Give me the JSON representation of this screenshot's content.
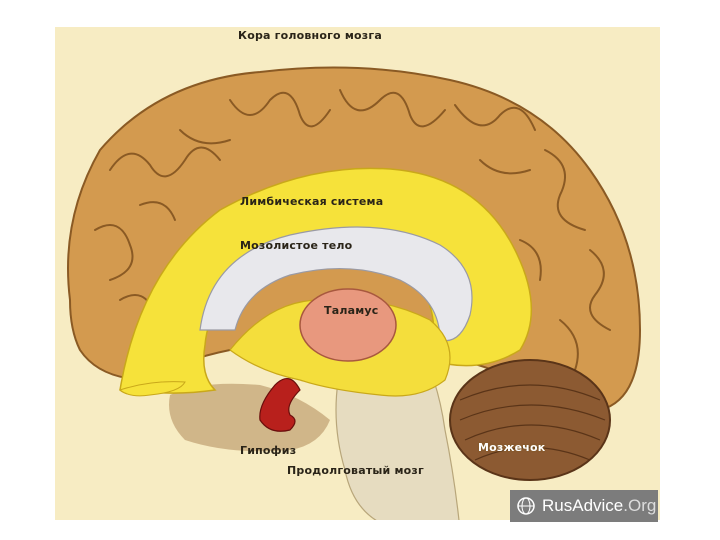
{
  "labels": {
    "cortex": "Кора головного мозга",
    "limbic": "Лимбическая система",
    "corpus_callosum": "Мозолистое тело",
    "thalamus": "Таламус",
    "pituitary": "Гипофиз",
    "cerebellum": "Мозжечок",
    "medulla": "Продолговатый мозг"
  },
  "watermark": {
    "site": "RusAdvice",
    "tld": ".Org"
  },
  "colors": {
    "background_panel": "#f7ecc3",
    "cortex": "#d39a4f",
    "limbic": "#f6e23a",
    "corpus_callosum": "#e8e8ec",
    "thalamus": "#e8987e",
    "cerebellum": "#8c5a32",
    "pituitary": "#b8201c"
  }
}
